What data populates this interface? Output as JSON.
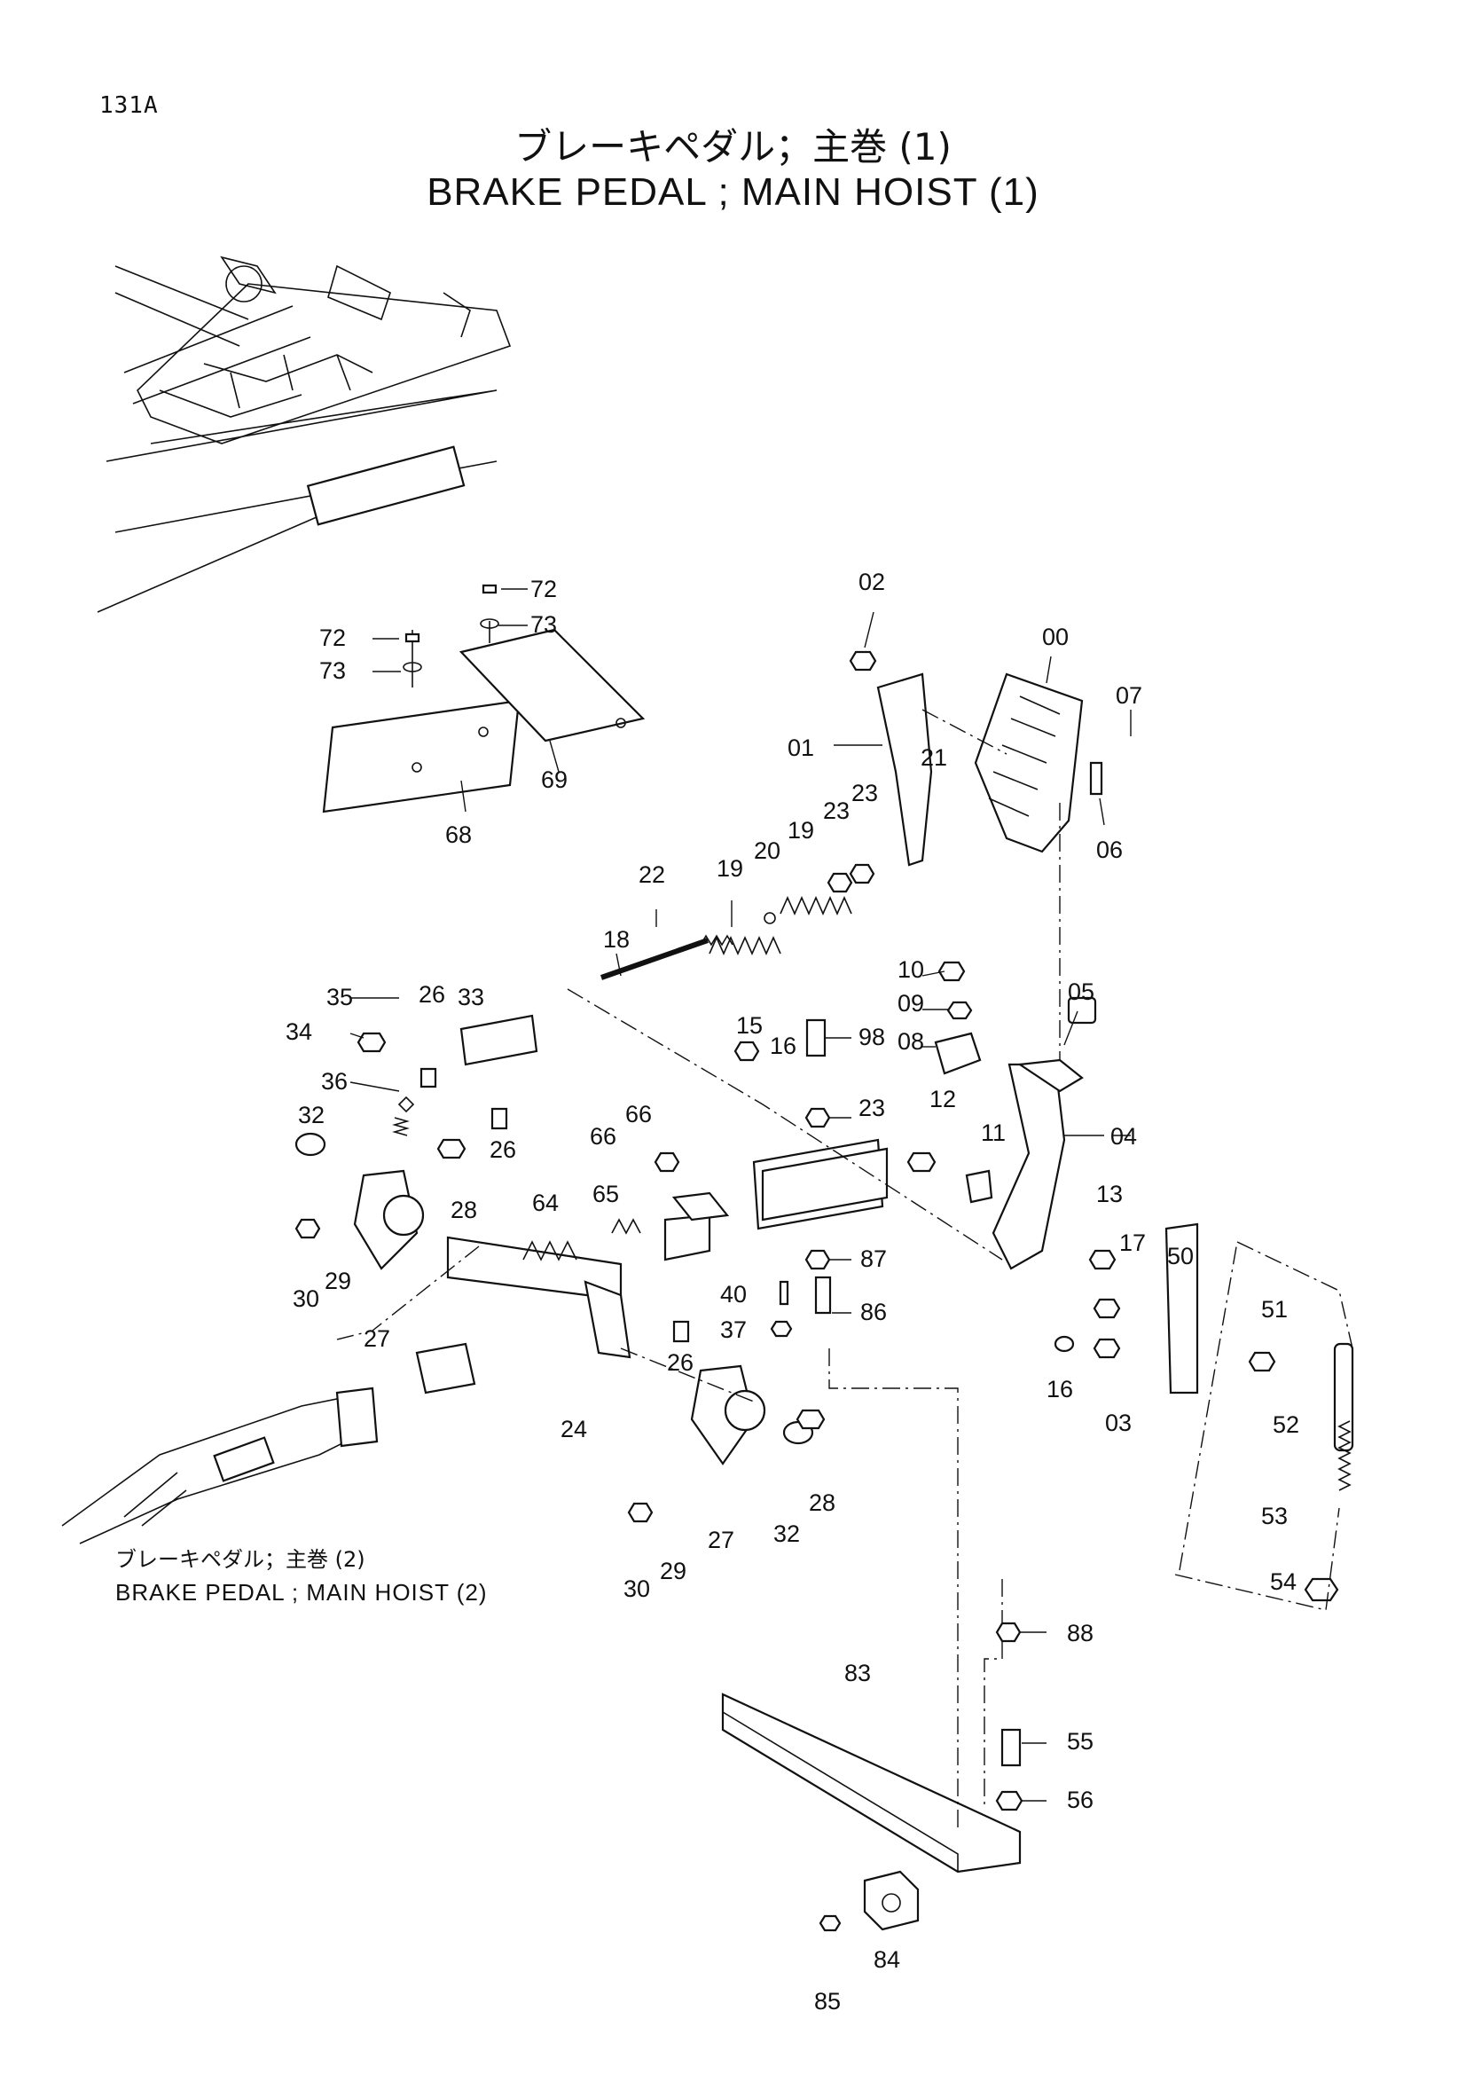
{
  "page_code": "131A",
  "title_jp": "ブレーキペダル；主巻 (1)",
  "title_en": "BRAKE PEDAL ; MAIN HOIST (1)",
  "reference_jp": "ブレーキペダル；主巻 (2)",
  "reference_en": "BRAKE PEDAL ; MAIN HOIST (2)",
  "callouts": {
    "c00": "00",
    "c01": "01",
    "c02": "02",
    "c03": "03",
    "c04": "04",
    "c05": "05",
    "c06": "06",
    "c07": "07",
    "c08": "08",
    "c09": "09",
    "c10": "10",
    "c11": "11",
    "c12": "12",
    "c13": "13",
    "c15": "15",
    "c16a": "16",
    "c16b": "16",
    "c17": "17",
    "c18": "18",
    "c19a": "19",
    "c19b": "19",
    "c20": "20",
    "c21": "21",
    "c22": "22",
    "c23a": "23",
    "c23b": "23",
    "c23c": "23",
    "c24": "24",
    "c26a": "26",
    "c26b": "26",
    "c26c": "26",
    "c27a": "27",
    "c27b": "27",
    "c28a": "28",
    "c28b": "28",
    "c29a": "29",
    "c29b": "29",
    "c30a": "30",
    "c30b": "30",
    "c32a": "32",
    "c32b": "32",
    "c33": "33",
    "c34": "34",
    "c35": "35",
    "c36": "36",
    "c37": "37",
    "c40": "40",
    "c50": "50",
    "c51": "51",
    "c52": "52",
    "c53": "53",
    "c54": "54",
    "c55": "55",
    "c56": "56",
    "c64": "64",
    "c65": "65",
    "c66a": "66",
    "c66b": "66",
    "c68": "68",
    "c69": "69",
    "c72a": "72",
    "c72b": "72",
    "c73a": "73",
    "c73b": "73",
    "c83": "83",
    "c84": "84",
    "c85": "85",
    "c86": "86",
    "c87": "87",
    "c88": "88",
    "c98": "98"
  }
}
